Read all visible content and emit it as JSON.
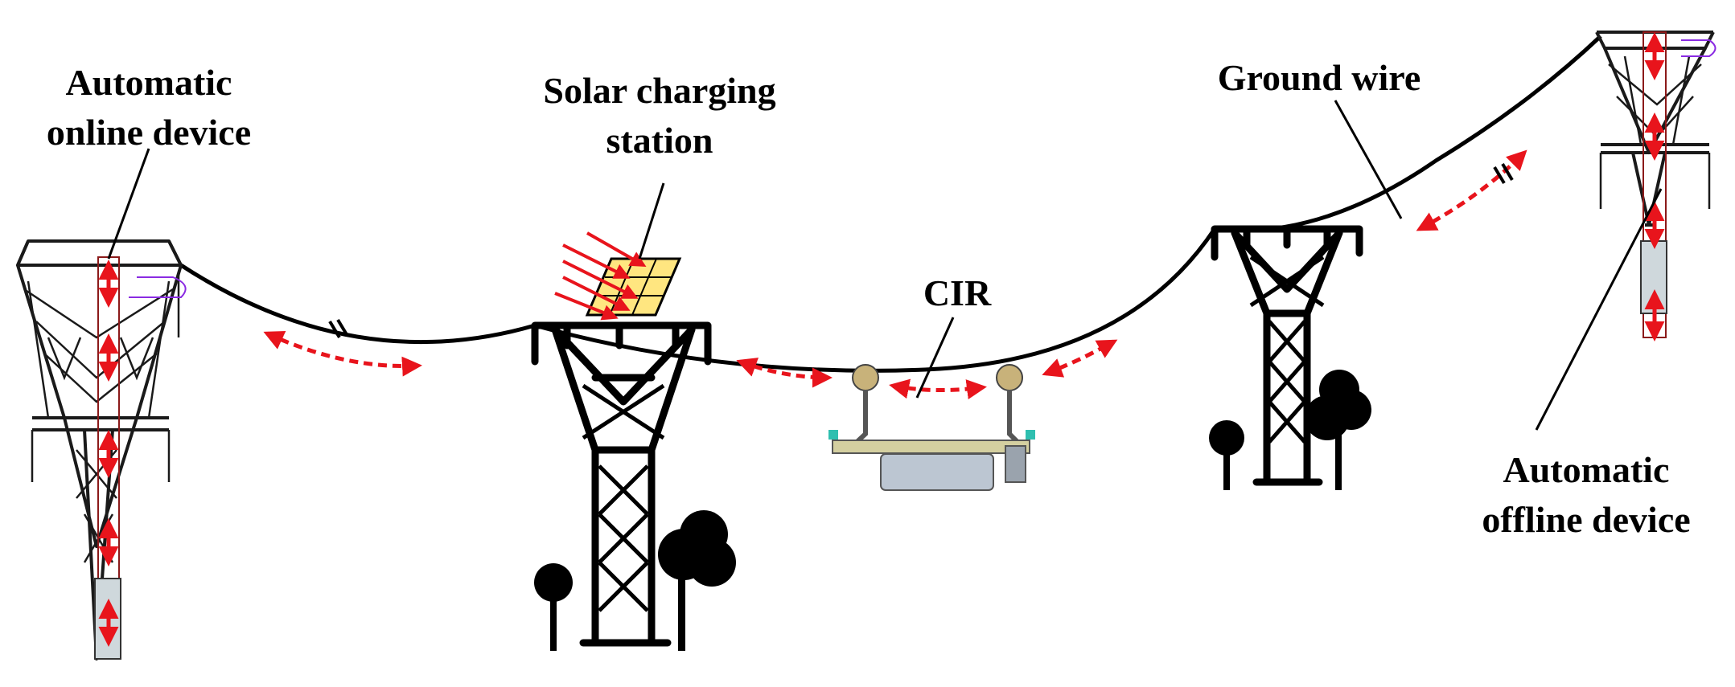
{
  "labels": {
    "online_device_line1": "Automatic",
    "online_device_line2": "online device",
    "solar_line1": "Solar charging",
    "solar_line2": "station",
    "ground_wire": "Ground wire",
    "cir": "CIR",
    "offline_device_line1": "Automatic",
    "offline_device_line2": "offline device"
  },
  "colors": {
    "arrow": "#e8141c",
    "solar_panel": "#ffe680",
    "wire": "#000000",
    "tower": "#1a1a1a"
  }
}
